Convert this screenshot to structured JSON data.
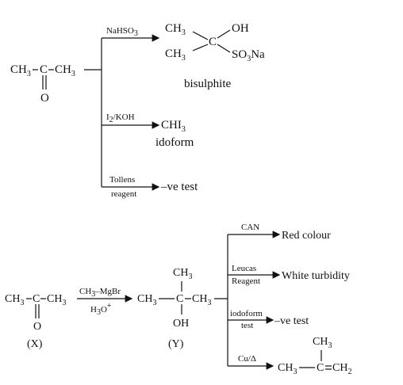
{
  "reaction1": {
    "reactant": {
      "ch3_left": "CH",
      "sub3_a": "3",
      "c_center": "C",
      "ch3_right": "CH",
      "sub3_b": "3",
      "oxygen": "O"
    },
    "branches": [
      {
        "reagent_main": "NaHSO",
        "reagent_sub": "3",
        "product": {
          "ch3_top": "CH",
          "sub3_top": "3",
          "ch3_bottom": "CH",
          "sub3_bottom": "3",
          "c_center": "C",
          "oh": "OH",
          "so3na_prefix": "SO",
          "so3na_sub": "3",
          "so3na_suffix": "Na",
          "name": "bisulphite"
        }
      },
      {
        "reagent_i": "I",
        "reagent_i_sub": "2",
        "reagent_rest": "/KOH",
        "product_prefix": "CHI",
        "product_sub": "3",
        "product_name": "idoform"
      },
      {
        "reagent_line1": "Tollens",
        "reagent_line2": "reagent",
        "result": "–ve test"
      }
    ]
  },
  "reaction2": {
    "x": {
      "ch3_left": "CH",
      "sub3_a": "3",
      "c_center": "C",
      "ch3_right": "CH",
      "sub3_b": "3",
      "oxygen": "O",
      "label": "(X)"
    },
    "reagent_top_a": "CH",
    "reagent_top_sub": "3",
    "reagent_top_b": "–MgBr",
    "reagent_bottom_a": "H",
    "reagent_bottom_sub": "3",
    "reagent_bottom_b": "O",
    "reagent_bottom_sup": "+",
    "y": {
      "ch3_top": "CH",
      "sub3_top": "3",
      "ch3_left": "CH",
      "sub3_a": "3",
      "c_center": "C",
      "ch3_right": "CH",
      "sub3_b": "3",
      "oh": "OH",
      "label": "(Y)"
    },
    "tests": [
      {
        "reagent": "CAN",
        "result": "Red colour"
      },
      {
        "reagent_line1": "Leucas",
        "reagent_line2": "Reagent",
        "result": "White turbidity"
      },
      {
        "reagent_line1": "iodoform",
        "reagent_line2": "test",
        "result": "–ve test"
      },
      {
        "reagent": "Cu/Δ",
        "product": {
          "ch3_top": "CH",
          "sub3_top": "3",
          "ch3_left": "CH",
          "sub3_a": "3",
          "c_center": "C",
          "ch2": "CH",
          "sub2": "2"
        }
      }
    ]
  }
}
